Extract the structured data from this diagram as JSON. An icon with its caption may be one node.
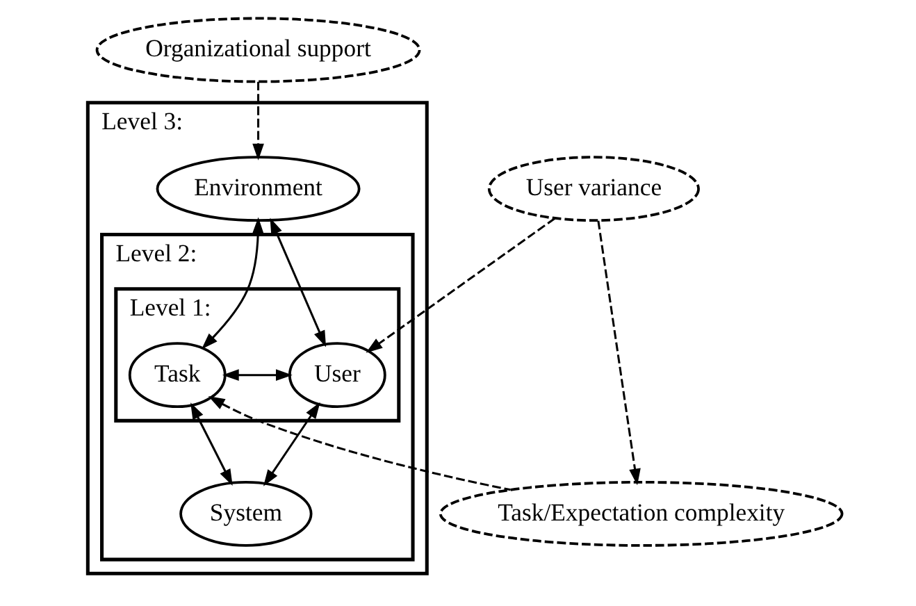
{
  "diagram": {
    "nodes": [
      {
        "text": [
          "Level 3:"
        ]
      },
      {
        "text": [
          "Environment"
        ],
        "in": 0
      },
      {
        "text": [
          "Level 2:"
        ],
        "in": 0
      },
      {
        "text": [
          "Level 1:"
        ],
        "in": 2
      },
      {
        "text": [
          "User"
        ],
        "in": 3
      },
      {
        "text": [
          "Task"
        ],
        "in": 3
      },
      {
        "text": [
          "System"
        ],
        "in": 2
      },
      {
        "text": [
          "Organizational support"
        ]
      },
      {
        "text": [
          "User variance"
        ]
      },
      {
        "text": [
          "Task/Expectation complexity"
        ]
      }
    ],
    "edges": [
      {
        "from": 1,
        "to": 4,
        "arrow": "both"
      },
      {
        "from": 1,
        "to": 5,
        "arrow": "both"
      },
      {
        "from": 4,
        "to": 5,
        "arrow": "both"
      },
      {
        "from": 4,
        "to": 6,
        "arrow": "both"
      },
      {
        "from": 5,
        "to": 6,
        "arrow": "both"
      },
      {
        "from": 7,
        "to": 1,
        "arrow": "to",
        "style": "dashed"
      },
      {
        "from": 8,
        "to": 4,
        "arrow": "to",
        "style": "dashed"
      },
      {
        "from": 8,
        "to": 9,
        "arrow": "to",
        "style": "dashed"
      },
      {
        "from": 9,
        "to": 5,
        "arrow": "to",
        "style": "dashed"
      }
    ]
  }
}
